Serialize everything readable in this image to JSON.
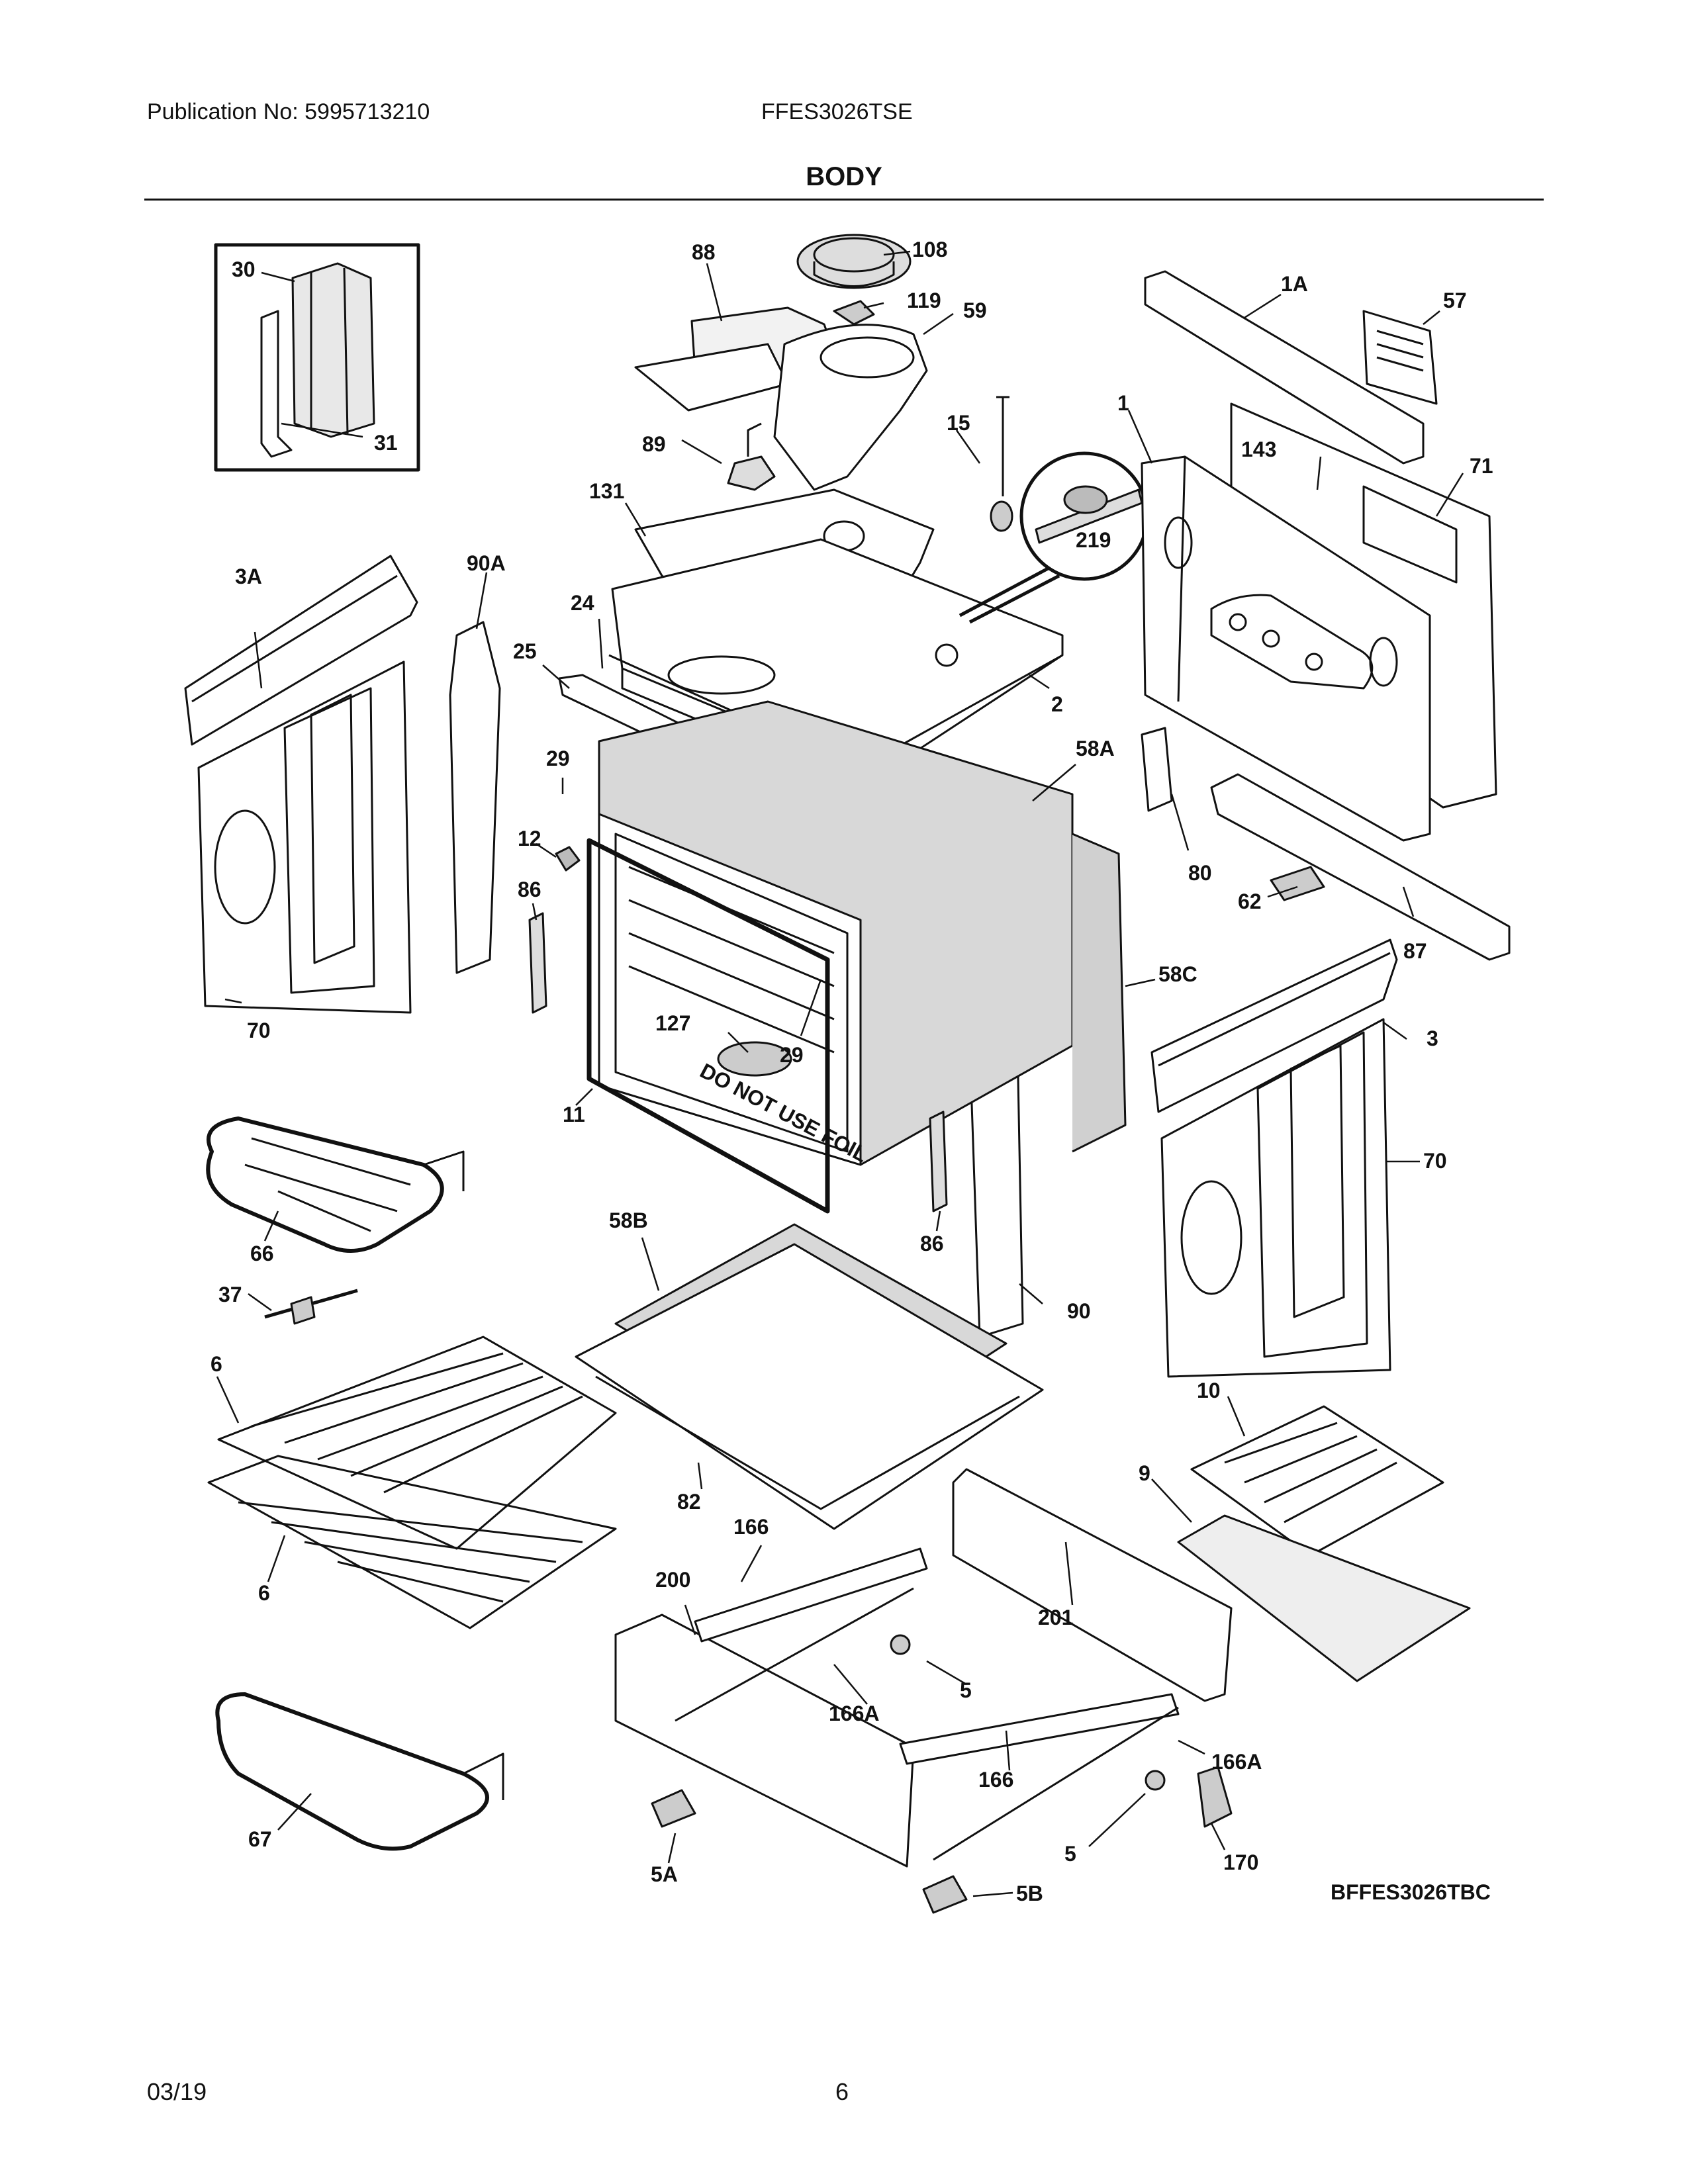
{
  "header": {
    "publication": "Publication No: 5995713210",
    "model": "FFES3026TSE",
    "section": "BODY"
  },
  "footer": {
    "date": "03/19",
    "page": "6"
  },
  "diagram": {
    "code": "BFFES3026TBC",
    "door_text": "DO NOT USE FOIL",
    "callouts": [
      "30",
      "31",
      "88",
      "108",
      "119",
      "59",
      "1A",
      "57",
      "1",
      "143",
      "71",
      "15",
      "219",
      "89",
      "131",
      "3A",
      "90A",
      "24",
      "25",
      "2",
      "29",
      "58A",
      "80",
      "12",
      "86",
      "62",
      "87",
      "58C",
      "70",
      "127",
      "29",
      "3",
      "11",
      "70",
      "66",
      "58B",
      "86",
      "37",
      "90",
      "6",
      "10",
      "9",
      "82",
      "166",
      "200",
      "201",
      "6",
      "5",
      "166A",
      "166A",
      "166",
      "67",
      "5",
      "170",
      "5A",
      "5B"
    ]
  }
}
